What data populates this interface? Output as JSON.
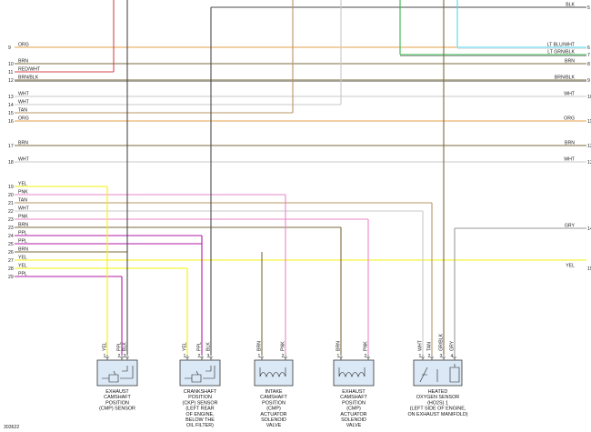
{
  "colors": {
    "BLK": "#4a4a4a",
    "ORG": "#e7a24a",
    "BRN": "#7b6a3c",
    "RED": "#d6464a",
    "WHT": "#c8c8c8",
    "TAN": "#b89466",
    "YEL": "#f2f20a",
    "PNK": "#e987c8",
    "PPL": "#b01aa6",
    "GRN": "#34b54a",
    "BLU": "#52d6f0",
    "GRY": "#9a9a9a",
    "box_fill": "#dbe9f6"
  },
  "left_rows": [
    {
      "num": "9",
      "label": "ORG"
    },
    {
      "num": "10",
      "label": "BRN"
    },
    {
      "num": "11",
      "label": "RED/WHT"
    },
    {
      "num": "12",
      "label": "BRN/BLK"
    },
    {
      "num": "13",
      "label": "WHT"
    },
    {
      "num": "14",
      "label": "WHT"
    },
    {
      "num": "15",
      "label": "TAN"
    },
    {
      "num": "16",
      "label": "ORG"
    },
    {
      "num": "17",
      "label": "BRN"
    },
    {
      "num": "18",
      "label": "WHT"
    },
    {
      "num": "19",
      "label": "YEL"
    },
    {
      "num": "20",
      "label": "PNK"
    },
    {
      "num": "21",
      "label": "TAN"
    },
    {
      "num": "22",
      "label": "WHT"
    },
    {
      "num": "23",
      "label": "PNK"
    },
    {
      "num": "23",
      "label": "BRN"
    },
    {
      "num": "24",
      "label": "PPL"
    },
    {
      "num": "25",
      "label": "PPL"
    },
    {
      "num": "26",
      "label": "BRN"
    },
    {
      "num": "27",
      "label": "YEL"
    },
    {
      "num": "28",
      "label": "YEL"
    },
    {
      "num": "29",
      "label": "PPL"
    }
  ],
  "right_rows": [
    {
      "num": "5",
      "label": "BLK"
    },
    {
      "num": "6",
      "label": "LT BLU/WHT"
    },
    {
      "num": "7",
      "label": "LT GRN/BLK"
    },
    {
      "num": "8",
      "label": "BRN"
    },
    {
      "num": "9",
      "label": "BRN/BLK"
    },
    {
      "num": "10",
      "label": "WHT"
    },
    {
      "num": "11",
      "label": "ORG"
    },
    {
      "num": "12",
      "label": "BRN"
    },
    {
      "num": "13",
      "label": "WHT"
    },
    {
      "num": "14",
      "label": "GRY"
    },
    {
      "num": "15",
      "label": "YEL"
    }
  ],
  "components": [
    {
      "pins": [
        {
          "n": "1",
          "wire": "YEL"
        },
        {
          "n": "2",
          "wire": "PPL"
        },
        {
          "n": "3",
          "wire": "BLK"
        }
      ],
      "lines": [
        "EXHAUST",
        "CAMSHAFT",
        "POSITION",
        "(CMP) SENSOR"
      ]
    },
    {
      "pins": [
        {
          "n": "1",
          "wire": "YEL"
        },
        {
          "n": "2",
          "wire": "PPL"
        },
        {
          "n": "3",
          "wire": "BLK"
        }
      ],
      "lines": [
        "CRANKSHAFT",
        "POSITION",
        "(CKP) SENSOR",
        "(LEFT REAR",
        "OF ENGINE,",
        "BELOW THE",
        "OIL FILTER)"
      ]
    },
    {
      "pins": [
        {
          "n": "1",
          "wire": "BRN"
        },
        {
          "n": "2",
          "wire": "PNK"
        }
      ],
      "lines": [
        "INTAKE",
        "CAMSHAFT",
        "POSITION",
        "(CMP)",
        "ACTUATOR",
        "SOLENOID",
        "VALVE"
      ]
    },
    {
      "pins": [
        {
          "n": "1",
          "wire": "BRN"
        },
        {
          "n": "2",
          "wire": "PNK"
        }
      ],
      "lines": [
        "EXHAUST",
        "CAMSHAFT",
        "POSITION",
        "(CMP)",
        "ACTUATOR",
        "SOLENOID",
        "VALVE"
      ]
    },
    {
      "pins": [
        {
          "n": "1",
          "wire": "WHT"
        },
        {
          "n": "2",
          "wire": "TAN"
        },
        {
          "n": "3",
          "wire": "GR/BLK"
        },
        {
          "n": "4",
          "wire": "GRY"
        }
      ],
      "lines": [
        "HEATED",
        "OXYGEN SENSOR",
        "(HO2S) 1",
        "(LEFT SIDE OF ENGINE,",
        "ON EXHAUST MANIFOLD)"
      ]
    }
  ],
  "figure_id": "303622"
}
